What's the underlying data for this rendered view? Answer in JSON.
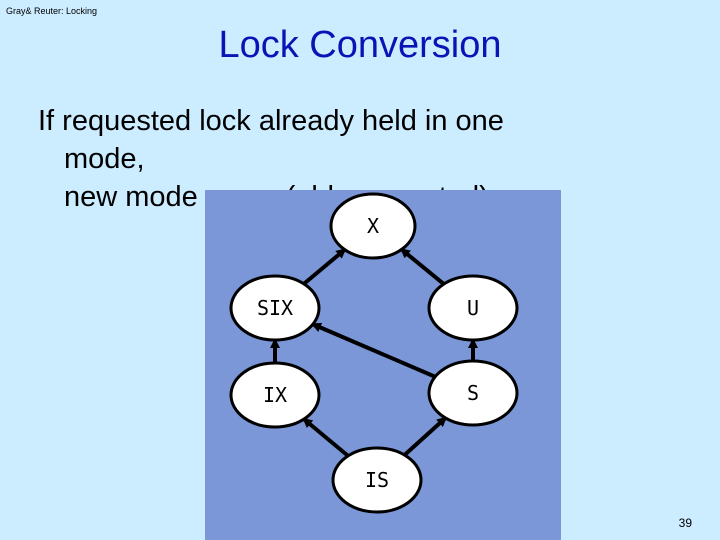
{
  "header_note": "Gray& Reuter: Locking",
  "title": "Lock Conversion",
  "body": {
    "line1": "If requested lock already held in one",
    "line2": "mode,",
    "line3": "new mode = max(old, requested)"
  },
  "diagram": {
    "nodes": {
      "X": "X",
      "SIX": "SIX",
      "U": "U",
      "IX": "IX",
      "S": "S",
      "IS": "IS"
    },
    "edges": [
      {
        "from": "SIX",
        "to": "X"
      },
      {
        "from": "U",
        "to": "X"
      },
      {
        "from": "IX",
        "to": "SIX"
      },
      {
        "from": "S",
        "to": "U"
      },
      {
        "from": "S",
        "to": "SIX"
      },
      {
        "from": "IS",
        "to": "IX"
      },
      {
        "from": "IS",
        "to": "S"
      }
    ]
  },
  "page_number": "39"
}
